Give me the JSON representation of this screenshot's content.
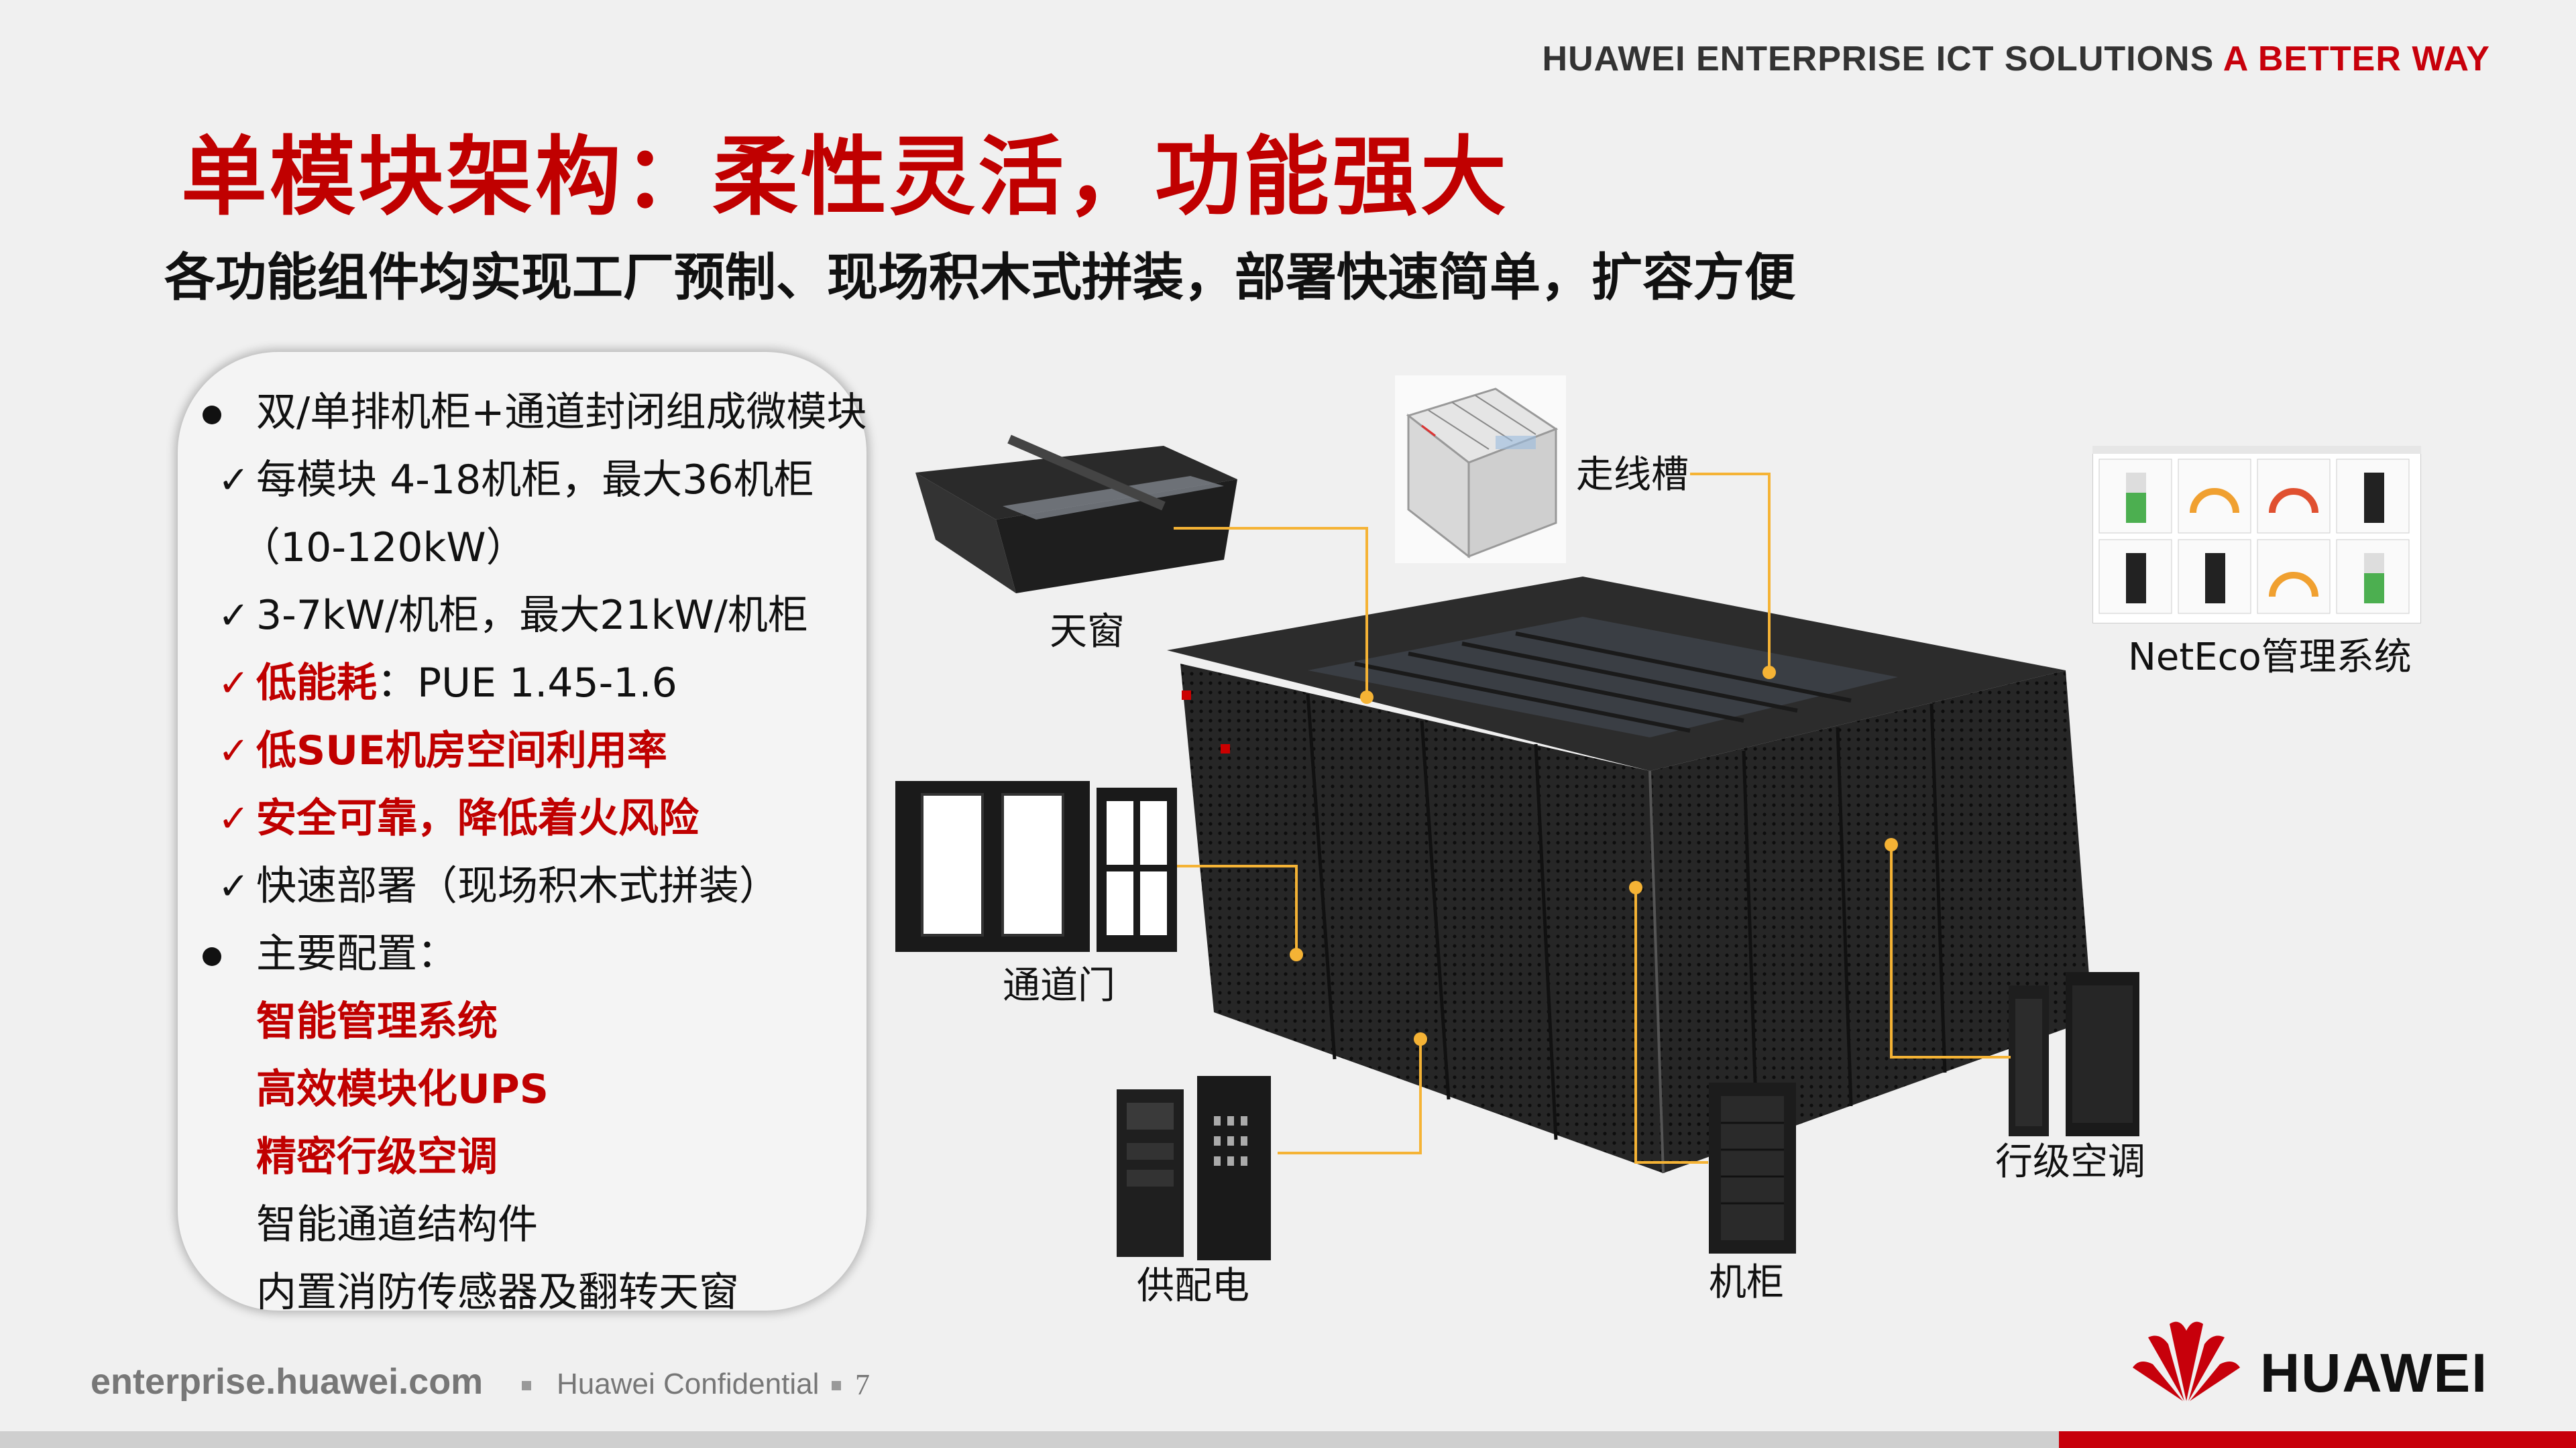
{
  "header": {
    "tagline_main": "HUAWEI ENTERPRISE ICT SOLUTIONS ",
    "tagline_accent": "A BETTER WAY",
    "title": "单模块架构：柔性灵活，功能强大",
    "subtitle": "各功能组件均实现工厂预制、现场积木式拼装，部署快速简单，扩容方便"
  },
  "bullets": {
    "b1": "双/单排机柜+通道封闭组成微模块",
    "c1": "每模块 4-18机柜，最大36机柜",
    "c1b": "（10-120kW）",
    "c2": "3-7kW/机柜，最大21kW/机柜",
    "c3_red": "低能耗",
    "c3_rest": "：PUE 1.45-1.6",
    "c4": "低SUE机房空间利用率",
    "c5": "安全可靠，降低着火风险",
    "c6": "快速部署（现场积木式拼装）",
    "b2": "主要配置：",
    "m1": "智能管理系统",
    "m2": "高效模块化UPS",
    "m3": "精密行级空调",
    "m4": "智能通道结构件",
    "m5": "内置消防传感器及翻转天窗"
  },
  "labels": {
    "skylight": "天窗",
    "cable_tray": "走线槽",
    "neteco": "NetEco管理系统",
    "aisle_door": "通道门",
    "power": "供配电",
    "rack": "机柜",
    "row_ac": "行级空调"
  },
  "footer": {
    "url": "enterprise.huawei.com",
    "confidential": "Huawei Confidential",
    "page": "7",
    "brand": "HUAWEI"
  },
  "colors": {
    "title_red": "#c00000",
    "brand_red": "#c7000b",
    "leader_line": "#f5b335"
  }
}
